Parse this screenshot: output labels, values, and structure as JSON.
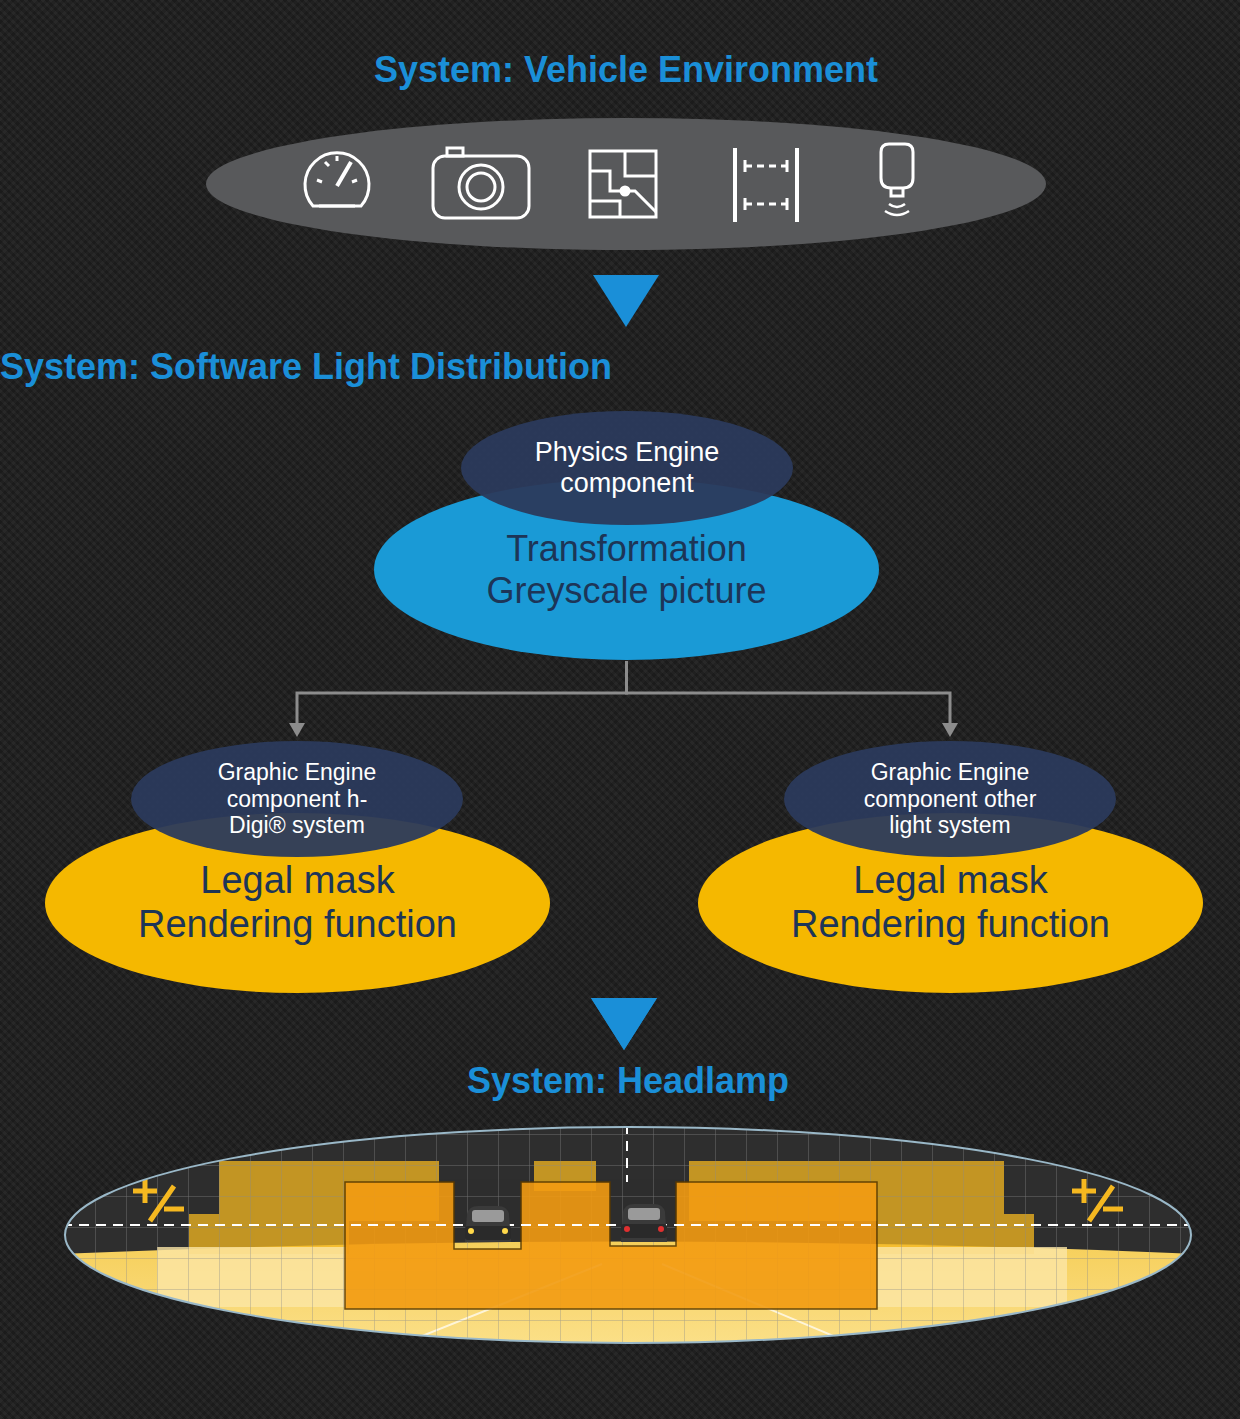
{
  "diagram": {
    "nodes": [
      {
        "text": [
          "System: Vehicle Environment"
        ]
      },
      {
        "text": [
          "Physics Engine component"
        ]
      },
      {
        "text": [
          "Transformation Greyscale picture"
        ]
      },
      {
        "text": [
          "Graphic Engine component h-Digi® system"
        ]
      },
      {
        "text": [
          "Legal mask Rendering function"
        ]
      },
      {
        "text": [
          "Graphic Engine component other light system"
        ]
      },
      {
        "text": [
          "Legal mask Rendering function"
        ]
      },
      {
        "text": [
          "System: Headlamp"
        ]
      }
    ],
    "edges": [
      {
        "from": 0,
        "to": 1,
        "arrow": "to"
      },
      {
        "from": 2,
        "to": 3,
        "arrow": "to"
      },
      {
        "from": 2,
        "to": 5,
        "arrow": "to"
      },
      {
        "from": 4,
        "to": 7,
        "arrow": "to"
      },
      {
        "from": 6,
        "to": 7,
        "arrow": "to"
      }
    ],
    "labels": [
      "System: Software Light Distribution"
    ]
  }
}
